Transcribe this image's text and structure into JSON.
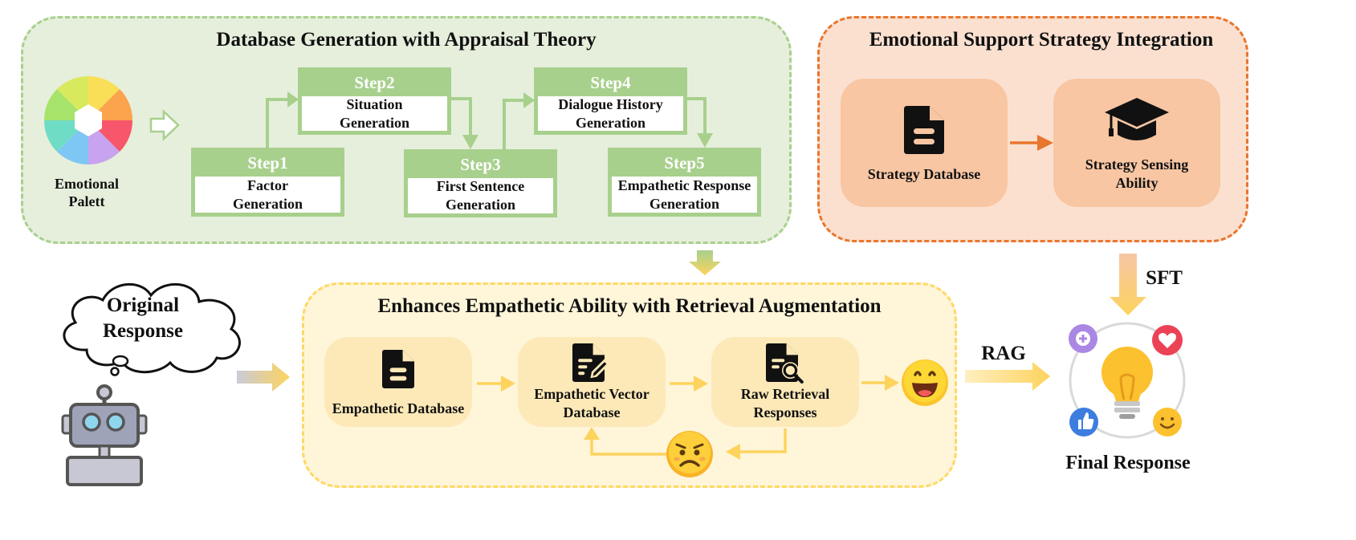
{
  "db_generation": {
    "title": "Database Generation with Appraisal Theory",
    "palette_label_line1": "Emotional",
    "palette_label_line2": "Palett",
    "steps": [
      {
        "header": "Step1",
        "line1": "Factor",
        "line2": "Generation"
      },
      {
        "header": "Step2",
        "line1": "Situation",
        "line2": "Generation"
      },
      {
        "header": "Step3",
        "line1": "First Sentence",
        "line2": "Generation"
      },
      {
        "header": "Step4",
        "line1": "Dialogue History",
        "line2": "Generation"
      },
      {
        "header": "Step5",
        "line1": "Empathetic Response",
        "line2": "Generation"
      }
    ]
  },
  "strategy": {
    "title": "Emotional Support Strategy Integration",
    "database_label": "Strategy Database",
    "sensing_line1": "Strategy Sensing",
    "sensing_line2": "Ability"
  },
  "retrieval": {
    "title": "Enhances Empathetic Ability with Retrieval Augmentation",
    "empathetic_db": "Empathetic Database",
    "vector_db_line1": "Empathetic Vector",
    "vector_db_line2": "Database",
    "raw_line1": "Raw Retrieval",
    "raw_line2": "Responses"
  },
  "original_response": {
    "line1": "Original",
    "line2": "Response"
  },
  "sft_label": "SFT",
  "rag_label": "RAG",
  "final_response": "Final Response",
  "colors": {
    "green_bg": "#e6efdc",
    "green_border": "#a8d08d",
    "orange_bg": "#fbe0d0",
    "orange_border": "#e8762d",
    "orange_card": "#f8c6a3",
    "yellow_bg": "#fff5d9",
    "yellow_border": "#ffd862",
    "yellow_card": "#fde9b8"
  }
}
